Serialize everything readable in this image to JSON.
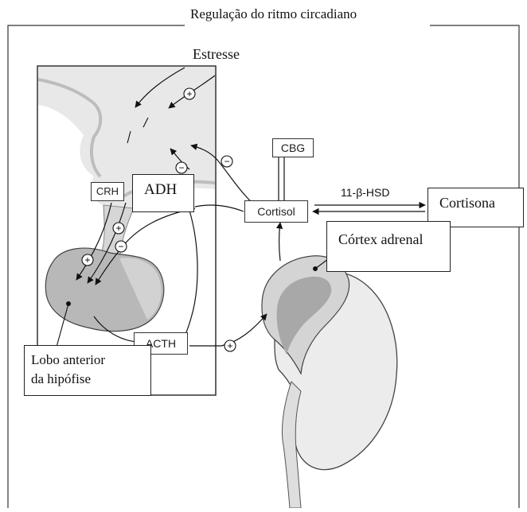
{
  "title": "Regulação do ritmo circadiano",
  "labels": {
    "stress": "Estresse",
    "crh": "CRH",
    "adh": "ADH",
    "cbg": "CBG",
    "enzyme": "11-β-HSD",
    "cortisol": "Cortisol",
    "cortisone": "Cortisona",
    "adrenal_cortex": "Córtex adrenal",
    "acth": "ACTH",
    "pituitary_line1": "Lobo anterior",
    "pituitary_line2": "da hipófise"
  },
  "signs": {
    "plus": "+",
    "minus": "−"
  }
}
